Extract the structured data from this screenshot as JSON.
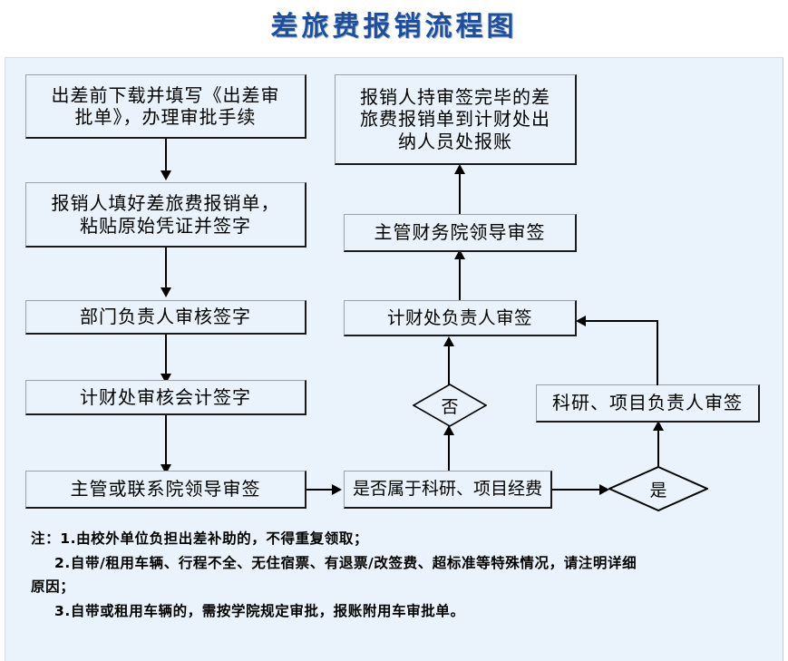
{
  "title": "差旅费报销流程图",
  "colors": {
    "title": "#1f4e9c",
    "panel_bg": "#eaf3fb",
    "box_border": "#1a1a1a",
    "text": "#000000"
  },
  "flow": {
    "left_column": [
      {
        "id": "trip-approval-form",
        "label": "出差前下载并填写《出差审\n批单》，办理审批手续"
      },
      {
        "id": "fill-reimbursement-form",
        "label": "报销人填好差旅费报销单，\n粘贴原始凭证并签字"
      },
      {
        "id": "dept-head-sign",
        "label": "部门负责人审核签字"
      },
      {
        "id": "finance-accountant-sign",
        "label": "计财处审核会计签字"
      },
      {
        "id": "leader-sign",
        "label": "主管或联系院领导审签"
      }
    ],
    "right_column": [
      {
        "id": "cashier-payout",
        "label": "报销人持审签完毕的差\n旅费报销单到计财处出\n纳人员处报账"
      },
      {
        "id": "finance-vice-president-sign",
        "label": "主管财务院领导审签"
      },
      {
        "id": "finance-office-head-sign",
        "label": "计财处负责人审签"
      }
    ],
    "decision_box": {
      "id": "is-research-funding",
      "label": "是否属于科研、项目经费"
    },
    "research_box": {
      "id": "research-project-head-sign",
      "label": "科研、项目负责人审签"
    },
    "decisions": [
      {
        "id": "no-branch",
        "label": "否"
      },
      {
        "id": "yes-branch",
        "label": "是"
      }
    ]
  },
  "notes": {
    "line1": "注：1.由校外单位负担出差补助的，不得重复领取；",
    "line2": "2.自带/租用车辆、行程不全、无住宿票、有退票/改签费、超标准等特殊情况，请注明详细",
    "line3": "原因；",
    "line4": "3.自带或租用车辆的，需按学院规定审批，报账附用车审批单。"
  }
}
